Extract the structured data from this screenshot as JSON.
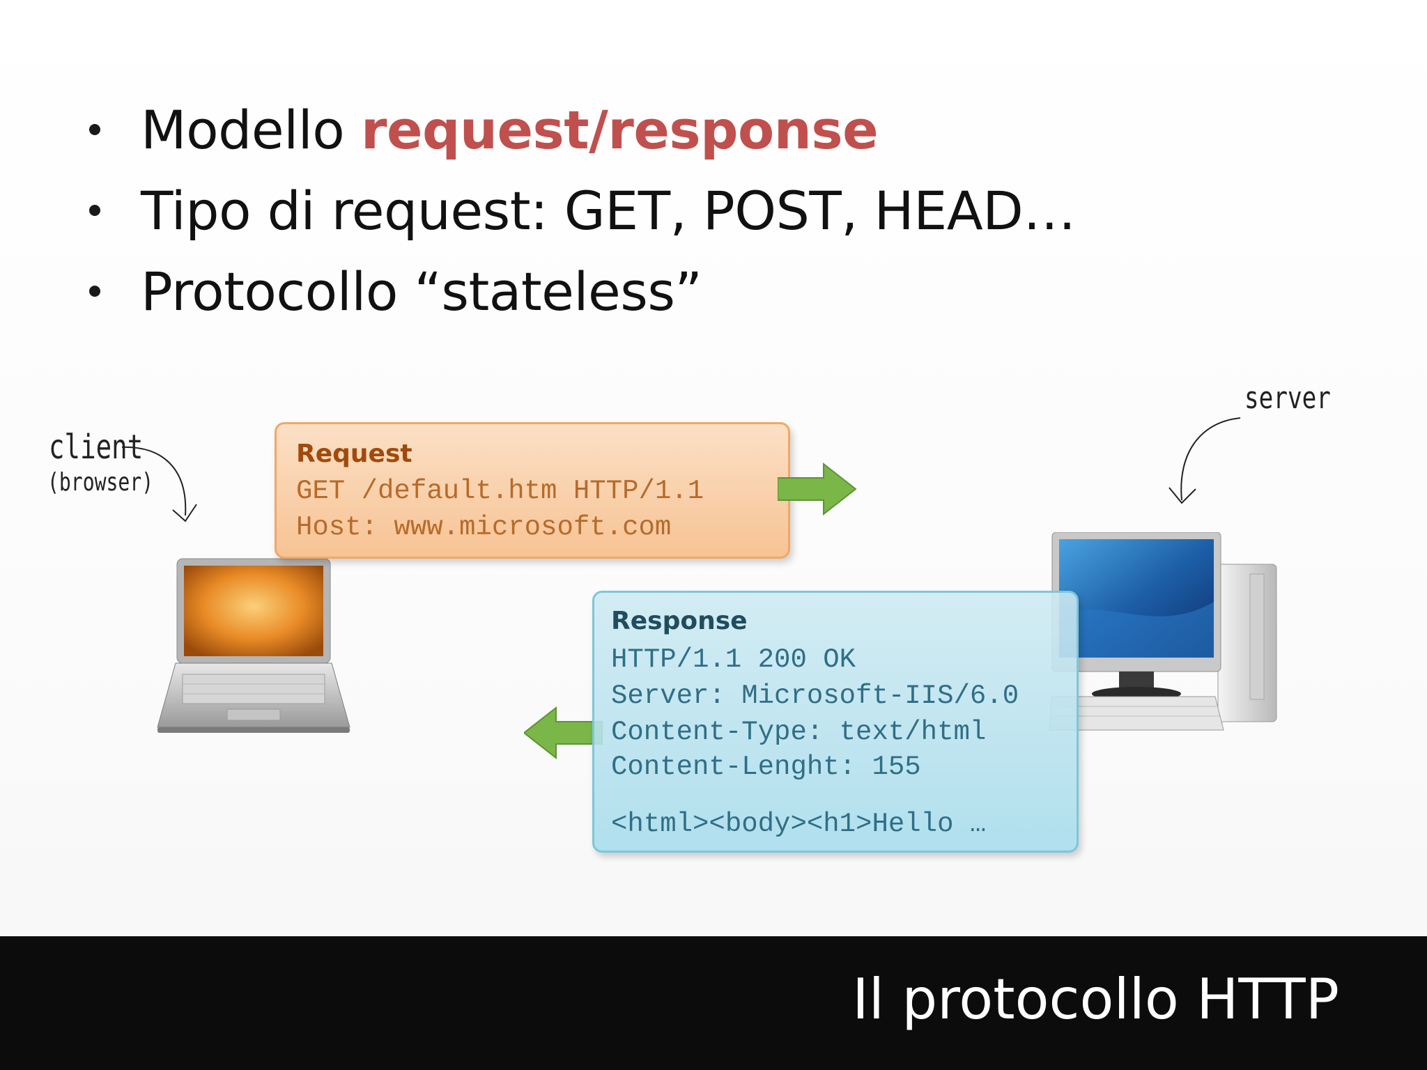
{
  "bullets": {
    "b1_prefix": "Modello ",
    "b1_emphasis": "request/response",
    "b2": "Tipo di request: GET, POST, HEAD…",
    "b3": "Protocollo “stateless”"
  },
  "labels": {
    "client": "client",
    "client_sub": "(browser)",
    "server": "server"
  },
  "request": {
    "title": "Request",
    "lines": [
      "GET /default.htm HTTP/1.1",
      "Host: www.microsoft.com"
    ]
  },
  "response": {
    "title": "Response",
    "lines": [
      "HTTP/1.1 200 OK",
      "Server: Microsoft-IIS/6.0",
      "Content-Type: text/html",
      "Content-Lenght: 155",
      "<html><body><h1>Hello …"
    ]
  },
  "footer": {
    "title": "Il protocollo HTTP"
  },
  "colors": {
    "emphasis": "#c0504d",
    "request_fill": "#f7c394",
    "response_fill": "#a7dcec",
    "arrow": "#7ab648",
    "footer_bg": "#0c0c0c"
  },
  "icons": [
    "laptop-icon",
    "desktop-computer-icon",
    "right-arrow-icon",
    "left-arrow-icon"
  ]
}
